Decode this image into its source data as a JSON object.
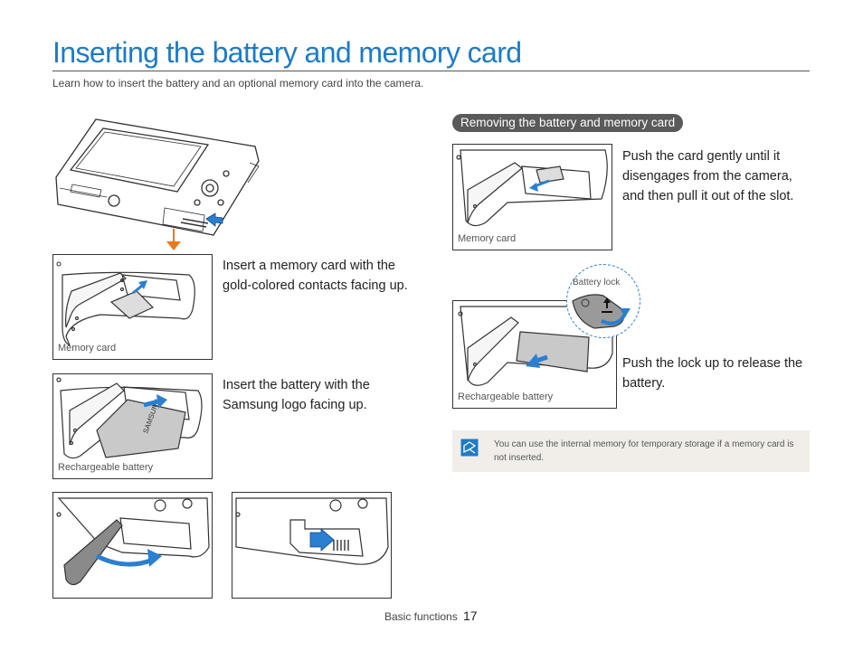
{
  "header": {
    "title": "Inserting the battery and memory card",
    "subtitle": "Learn how to insert the battery and an optional memory card into the camera."
  },
  "left": {
    "step1": {
      "text": "Insert a memory card with the gold-colored contacts facing up.",
      "caption": "Memory card"
    },
    "step2": {
      "text": "Insert the battery with the Samsung logo facing up.",
      "caption": "Rechargeable battery"
    }
  },
  "right": {
    "section_title": "Removing the battery and memory card",
    "step1": {
      "text": "Push the card gently until it disengages from the camera, and then pull it out of the slot.",
      "caption": "Memory card"
    },
    "step2": {
      "text": "Push the lock up to release the battery.",
      "caption": "Rechargeable battery",
      "lock_label": "Battery lock"
    },
    "note": "You can use the internal memory for temporary storage if a memory card is not inserted."
  },
  "battery_logo": "SAMSUNG",
  "footer": {
    "label": "Basic functions",
    "page": "17"
  },
  "colors": {
    "accent": "#1f7ac6",
    "arrow_blue": "#2a7fd0",
    "arrow_orange": "#e77a1f",
    "note_bg": "#f1eeea"
  }
}
